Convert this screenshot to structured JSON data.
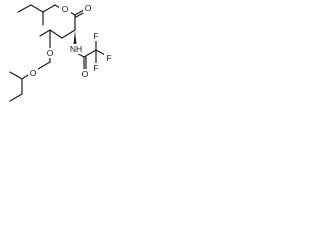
{
  "molecule": {
    "atom_labels": {
      "ester_o_top": "O",
      "carbonyl_o_top": "O",
      "nh": "NH",
      "amide_o": "O",
      "carbonyl_o_bottom": "O",
      "ester_o_bottom": "O",
      "f_top": "F",
      "f_right": "F",
      "f_bottom": "F"
    }
  }
}
